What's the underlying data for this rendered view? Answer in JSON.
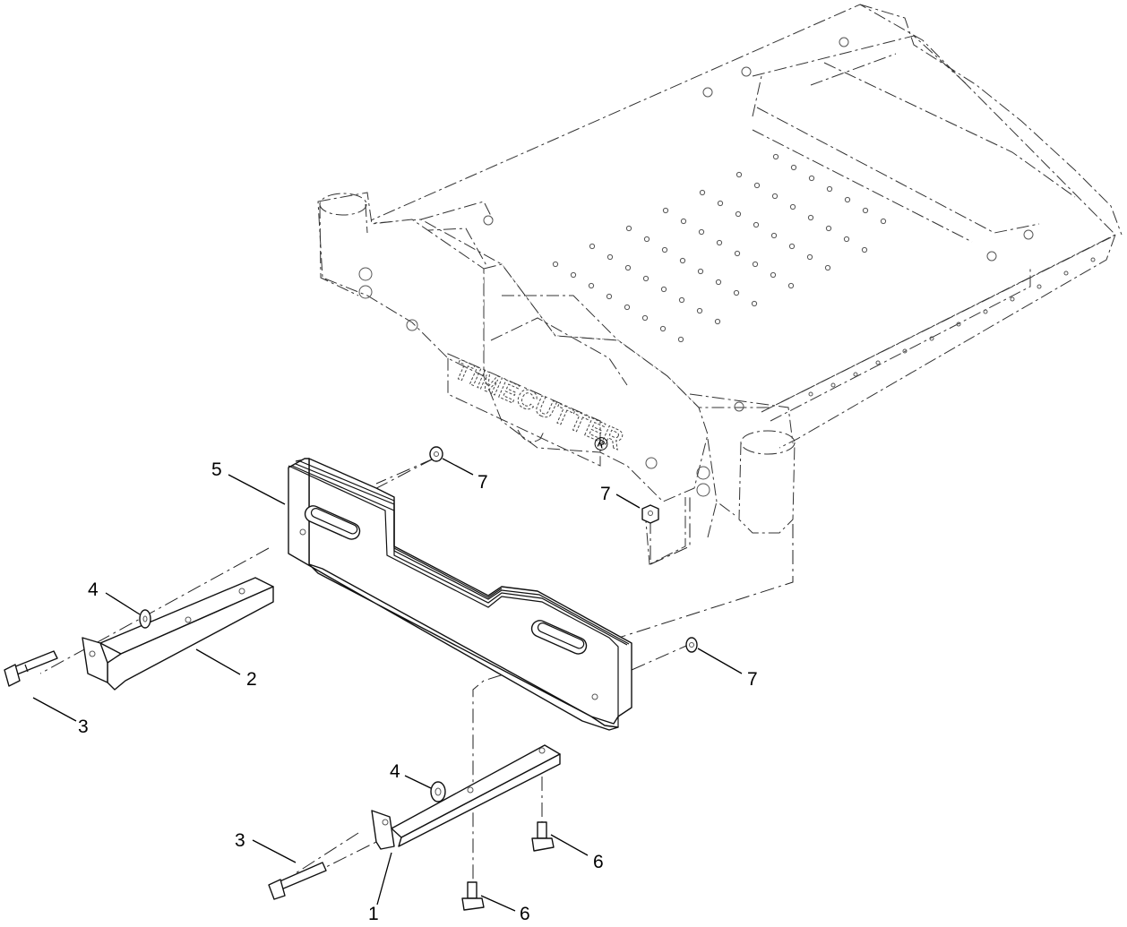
{
  "diagram": {
    "brand_text": "TIMECUTTER",
    "registered_mark": "®",
    "callouts": [
      {
        "id": "callout-5",
        "label": "5"
      },
      {
        "id": "callout-7a",
        "label": "7"
      },
      {
        "id": "callout-7b",
        "label": "7"
      },
      {
        "id": "callout-7c",
        "label": "7"
      },
      {
        "id": "callout-4a",
        "label": "4"
      },
      {
        "id": "callout-2",
        "label": "2"
      },
      {
        "id": "callout-3a",
        "label": "3"
      },
      {
        "id": "callout-4b",
        "label": "4"
      },
      {
        "id": "callout-3b",
        "label": "3"
      },
      {
        "id": "callout-1",
        "label": "1"
      },
      {
        "id": "callout-6a",
        "label": "6"
      },
      {
        "id": "callout-6b",
        "label": "6"
      }
    ]
  }
}
